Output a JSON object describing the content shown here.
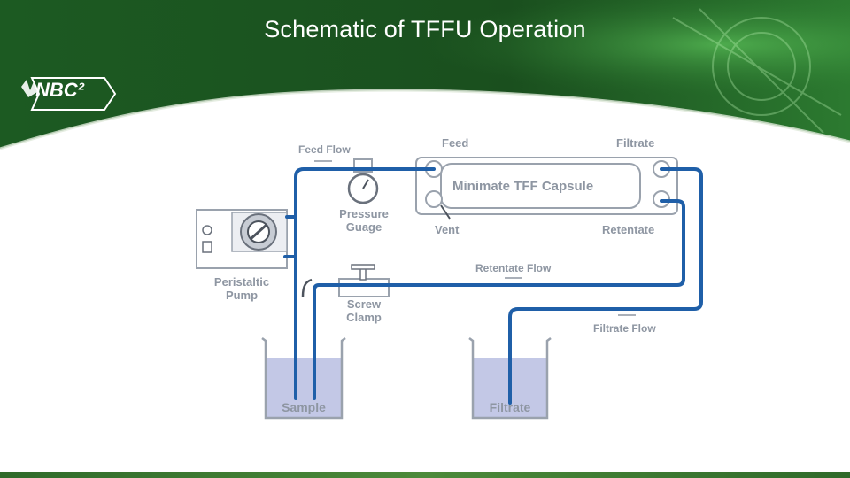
{
  "slide": {
    "title": "Schematic of TFFU  Operation",
    "logo_text": "NBC²"
  },
  "diagram": {
    "labels": {
      "feed_flow": "Feed Flow",
      "feed": "Feed",
      "filtrate_port": "Filtrate",
      "capsule": "Minimate TFF Capsule",
      "vent": "Vent",
      "retentate_port": "Retentate",
      "pressure_gauge_line1": "Pressure",
      "pressure_gauge_line2": "Guage",
      "pump_line1": "Peristaltic",
      "pump_line2": "Pump",
      "retentate_flow": "Retentate Flow",
      "screw_clamp_line1": "Screw",
      "screw_clamp_line2": "Clamp",
      "filtrate_flow": "Filtrate Flow",
      "sample_beaker": "Sample",
      "filtrate_beaker": "Filtrate"
    }
  },
  "colors": {
    "header_green": "#1f5a22",
    "tube_blue": "#1f5fa8",
    "liquid": "#c3c8e6",
    "label_gray": "#8e96a2"
  }
}
